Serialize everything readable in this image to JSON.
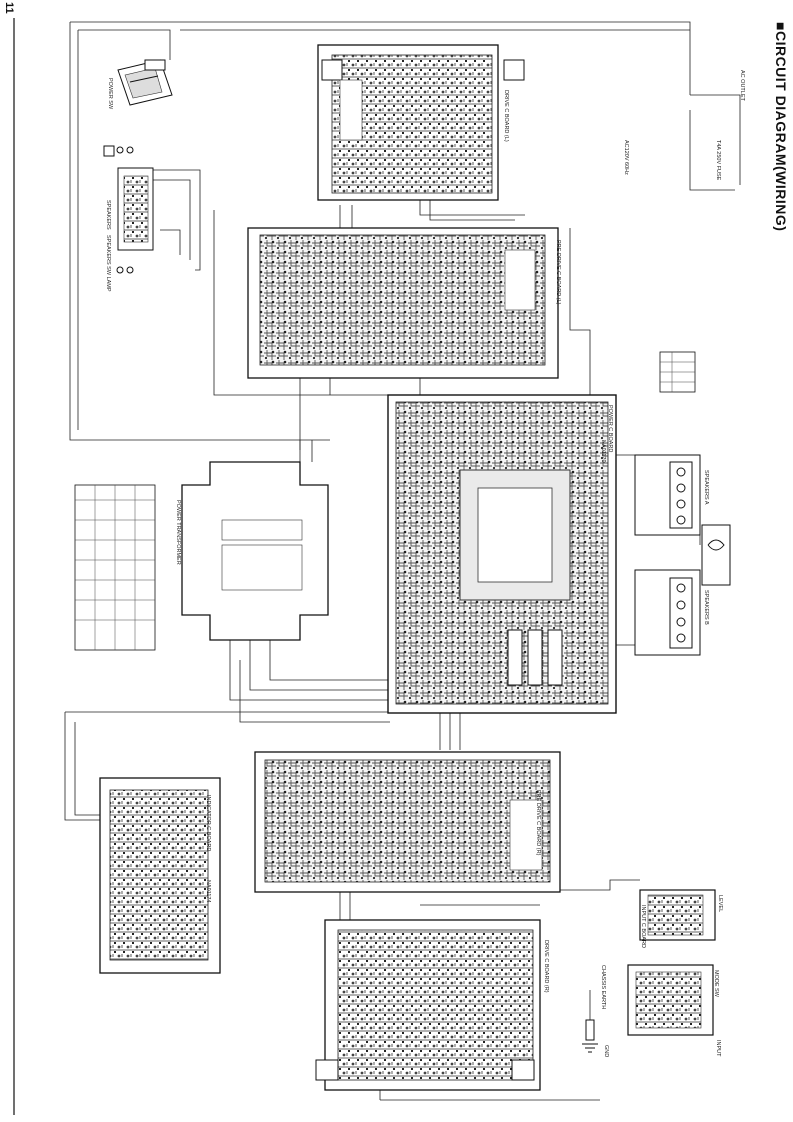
{
  "page": {
    "title": "■CIRCUIT DIAGRAM(WIRING)",
    "page_number": "11"
  },
  "labels": {
    "power_sw": "POWER SW",
    "ac_outlet": "AC OUTLET",
    "ac_voltage": "AC120V 60Hz",
    "fuse": "T4A 250V FUSE",
    "speakers_sw": "SPEAKERS",
    "pilot_lamp": "SPEAKERS SW LAMP",
    "pre_drive_l": "PRE DRIVE C BOARD (L)",
    "drive_l": "DRIVE C BOARD (L)",
    "power_board": "POWER C BOARD",
    "power_board_code": "NA01170",
    "speakers_a": "SPEAKERS A",
    "speakers_b": "SPEAKERS B",
    "transformer": "POWER TRANSFORMER",
    "pre_drive_r": "PRE DRIVE C BOARD (R)",
    "drive_r": "DRIVE C BOARD (R)",
    "indicator_board": "INDICATOR C BOARD",
    "indicator_code": "NA01174",
    "input_board": "INPUT C BOARD",
    "level": "LEVEL",
    "mode_sw": "MODE SW",
    "chassis_earth": "CHASSIS EARTH",
    "gnd": "GND",
    "input": "INPUT"
  }
}
